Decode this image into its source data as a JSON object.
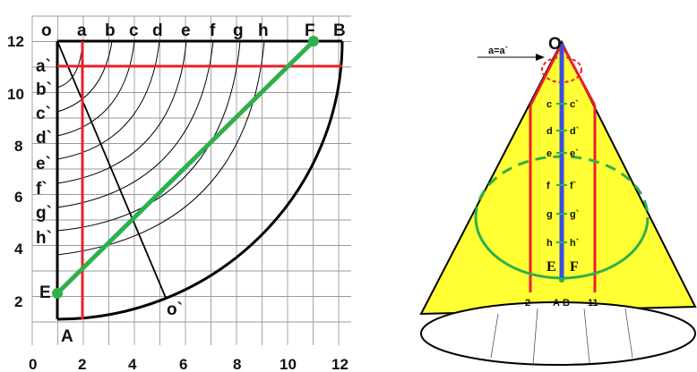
{
  "left_diagram": {
    "x_ticks": [
      "2",
      "4",
      "6",
      "8",
      "10",
      "12"
    ],
    "x_origin": "0",
    "y_ticks": [
      "2",
      "4",
      "6",
      "8",
      "10",
      "12"
    ],
    "top_labels": [
      "o",
      "a",
      "b",
      "c",
      "d",
      "e",
      "f",
      "g",
      "h",
      "F",
      "B"
    ],
    "side_labels": [
      "a`",
      "b`",
      "c`",
      "d`",
      "e`",
      "f`",
      "g`",
      "h`"
    ],
    "point_E": "E",
    "point_A": "A",
    "point_o_prime": "o`",
    "colors": {
      "red": "#e8202a",
      "green": "#2eb04a",
      "black": "#000000",
      "grid": "#9a9a9a"
    }
  },
  "right_diagram": {
    "apex_label": "O",
    "annotation": "a=a`",
    "left_letters": [
      "c",
      "d",
      "e",
      "f",
      "g",
      "h"
    ],
    "right_letters": [
      "c`",
      "d`",
      "e`",
      "f`",
      "g`",
      "h`"
    ],
    "point_E": "E",
    "point_F": "F",
    "base_labels": [
      "2",
      "A",
      "B",
      "11"
    ],
    "colors": {
      "cone_fill": "#ffff33",
      "red": "#e8202a",
      "blue": "#3a4fe0",
      "green": "#2eb04a"
    }
  }
}
